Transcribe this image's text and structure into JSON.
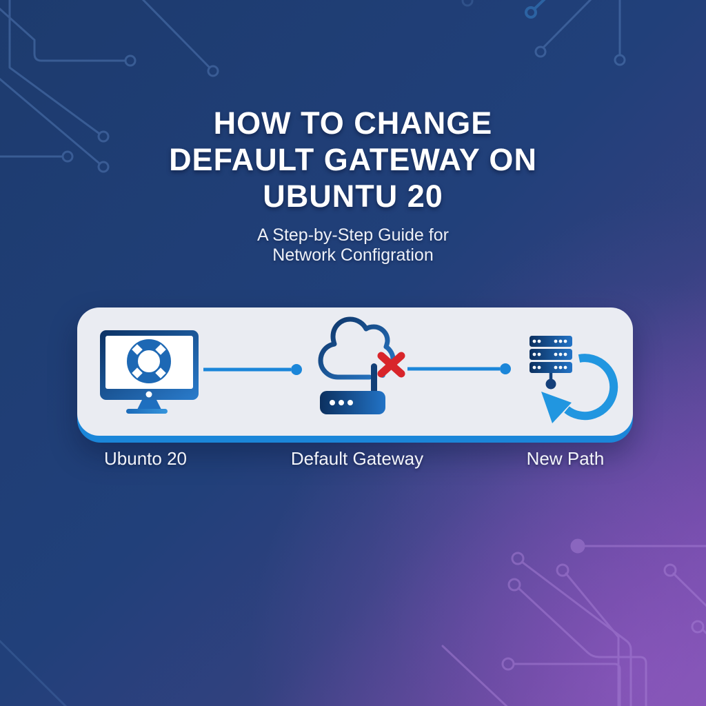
{
  "header": {
    "title_lines": [
      "HOW TO CHANGE",
      "DEFAULT GATEWAY ON",
      "UBUNTU 20"
    ],
    "subtitle_lines": [
      "A Step-by-Step Guide for",
      "Network Configration"
    ]
  },
  "diagram": {
    "steps": [
      {
        "label": "Ubunto 20",
        "icon": "ubuntu-monitor-icon"
      },
      {
        "label": "Default Gateway",
        "icon": "cloud-router-blocked-icon"
      },
      {
        "label": "New Path",
        "icon": "server-redirect-icon"
      }
    ]
  },
  "colors": {
    "background_top": "#1d3b6e",
    "background_bottom": "#7b53a9",
    "card": "#eaecf2",
    "accent_blue": "#1b86d9",
    "icon_navy": "#0e3668",
    "icon_blue": "#2476c8",
    "arrow_blue": "#2196e0",
    "blocked_red": "#d8252b",
    "circuit_blue": "#5c85c0",
    "circuit_purple": "#a77fd6",
    "text": "#ffffff"
  }
}
